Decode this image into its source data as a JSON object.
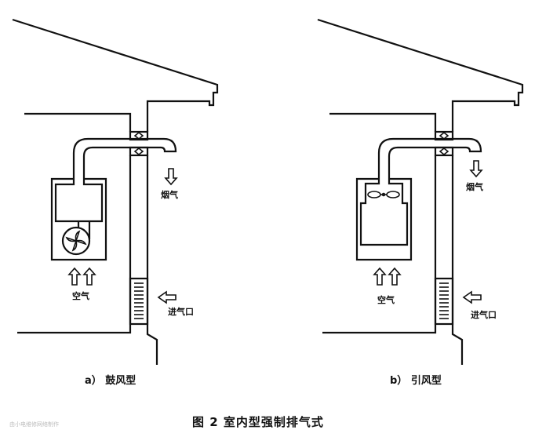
{
  "figure": {
    "caption": "图 2   室内型强制排气式",
    "watermark": "由小电维修网络制作"
  },
  "panels": [
    {
      "id": "a",
      "subtitle": "a）  鼓风型",
      "labels": {
        "flue_gas": "烟气",
        "air": "空气",
        "air_inlet": "进气口"
      },
      "fan_type": "blower-fan-at-bottom"
    },
    {
      "id": "b",
      "subtitle": "b）  引风型",
      "labels": {
        "flue_gas": "烟气",
        "air": "空气",
        "air_inlet": "进气口"
      },
      "fan_type": "induced-fan-at-top"
    }
  ],
  "colors": {
    "line": "#111111",
    "background": "#ffffff"
  }
}
